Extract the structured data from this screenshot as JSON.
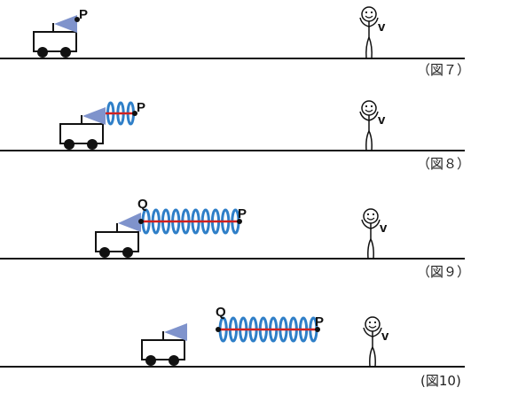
{
  "panels": [
    {
      "figure_label": "（図７）",
      "observer_label": "v",
      "point_p_label": "P",
      "point_q_label": "",
      "spring_coils": 0
    },
    {
      "figure_label": "（図８）",
      "observer_label": "v",
      "point_p_label": "P",
      "point_q_label": "",
      "spring_coils": 3
    },
    {
      "figure_label": "（図９）",
      "observer_label": "v",
      "point_p_label": "P",
      "point_q_label": "Q",
      "spring_coils": 10
    },
    {
      "figure_label": "(図10)",
      "observer_label": "v",
      "point_p_label": "P",
      "point_q_label": "Q",
      "spring_coils": 10
    }
  ],
  "colors": {
    "ground": "#111111",
    "cart": "#111111",
    "horn": "#7f93cc",
    "spring": "#2f7fc8",
    "rod": "#d02020",
    "person": "#111111"
  },
  "icons": {
    "cart": "cart-icon",
    "horn": "horn-icon",
    "person": "person-icon"
  }
}
